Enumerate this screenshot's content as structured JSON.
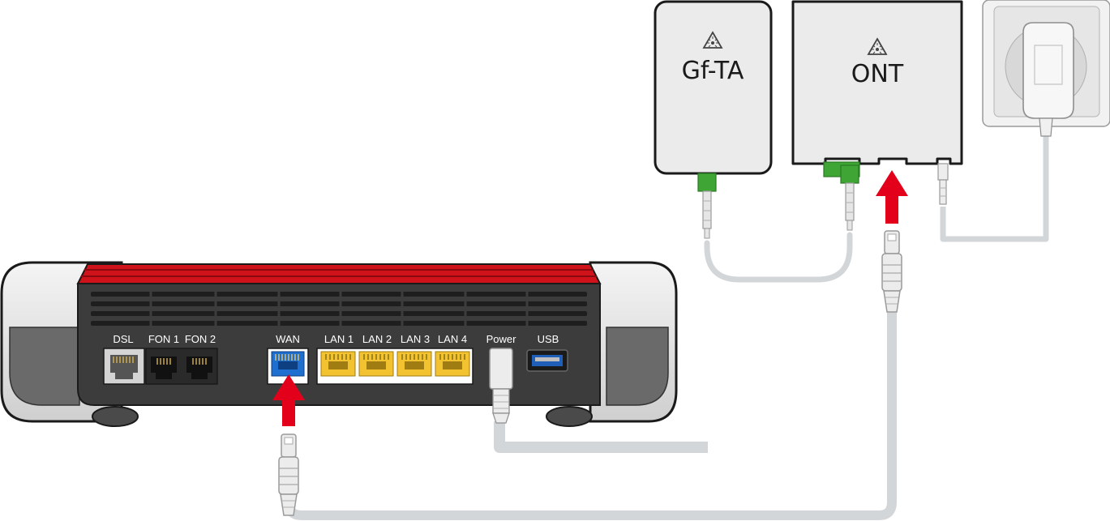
{
  "devices": {
    "gfta": {
      "label": "Gf-TA",
      "icon": "laser-warning-icon"
    },
    "ont": {
      "label": "ONT",
      "icon": "laser-warning-icon"
    }
  },
  "router": {
    "ports": [
      {
        "id": "dsl",
        "label": "DSL"
      },
      {
        "id": "fon1",
        "label": "FON 1"
      },
      {
        "id": "fon2",
        "label": "FON 2"
      },
      {
        "id": "wan",
        "label": "WAN"
      },
      {
        "id": "lan1",
        "label": "LAN 1"
      },
      {
        "id": "lan2",
        "label": "LAN 2"
      },
      {
        "id": "lan3",
        "label": "LAN 3"
      },
      {
        "id": "lan4",
        "label": "LAN 4"
      },
      {
        "id": "power",
        "label": "Power"
      },
      {
        "id": "usb",
        "label": "USB"
      }
    ]
  },
  "colors": {
    "router_red": "#d0121b",
    "router_body": "#3c3c3c",
    "arrow_red": "#e2001a",
    "wan_port": "#1f6fd1",
    "lan_port": "#f2c230",
    "fiber_green": "#3fa535",
    "cable_gray": "#d3d6d9"
  }
}
